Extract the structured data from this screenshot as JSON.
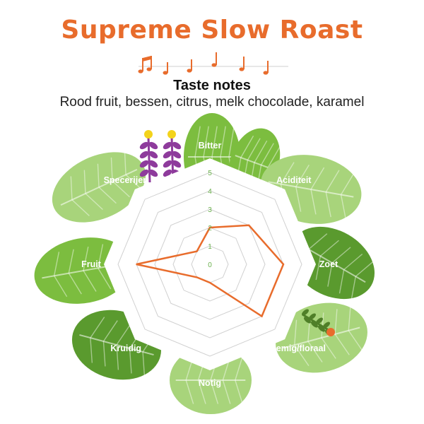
{
  "header": {
    "title": "Supreme Slow Roast",
    "subtitle": "Taste notes",
    "description": "Rood fruit, bessen, citrus, melk chocolade, karamel"
  },
  "colors": {
    "accent": "#e86c2c",
    "leaf_light": "#a8d47b",
    "leaf_mid": "#7cbd3f",
    "leaf_dark": "#5a9a2e",
    "tick_label": "#6ab04c",
    "lavender": "#8e3b9c",
    "flower_yellow": "#f3d31c"
  },
  "icons": [
    "music-notes-icon",
    "lavender-flower-icon",
    "leaf-icon",
    "olive-sprig-icon"
  ],
  "chart_data": {
    "type": "radar",
    "title": "Supreme Slow Roast",
    "categories": [
      "Bitter",
      "Aciditeit",
      "Zoet",
      "Bloemig/floraal",
      "Notig",
      "Kruidig",
      "Fruit",
      "Specerijen"
    ],
    "series": [
      {
        "values": [
          2,
          3,
          4,
          4,
          1,
          1,
          4,
          1
        ]
      }
    ],
    "rlim": [
      0,
      5
    ],
    "ticks": [
      0,
      1,
      2,
      3,
      4,
      5
    ],
    "grid": true,
    "legend": "none"
  }
}
